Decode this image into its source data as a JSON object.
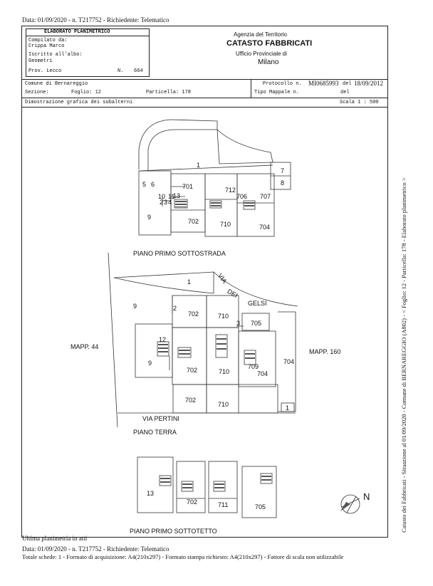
{
  "header_top": "Data: 01/09/2020 - n. T217752 - Richiedente: Telematico",
  "elaborato": {
    "title": "ELABORATO PLANIMETRICO",
    "compilato_label": "Compilato da:",
    "compilato_value": "Crippa Marco",
    "iscritto_label": "Iscritto all'albo:",
    "iscritto_value": "Geometri",
    "prov_label": "Prov. Lecco",
    "n_label": "N.",
    "n_value": "664"
  },
  "agency": {
    "line1": "Agenzia del Territorio",
    "line2": "CATASTO FABBRICATI",
    "line3": "Ufficio Provinciale di",
    "line4": "Milano"
  },
  "info": {
    "comune": "Comune di Bernareggio",
    "sezione": "Sezione:",
    "foglio": "Foglio: 12",
    "particella": "Particella: 178",
    "protocollo_label": "Protocollo n.",
    "protocollo_value": "MI0685993",
    "protocollo_del": "del",
    "protocollo_date": "18/09/2012",
    "tipo_mappale": "Tipo Mappale n.",
    "tipo_del": "del",
    "dimostrazione": "Dimostrazione grafica dei subalterni",
    "scala": "Scala 1 : 500"
  },
  "plans": {
    "sottostrada": "PIANO PRIMO SOTTOSTRADA",
    "terra": "PIANO TERRA",
    "sottotetto": "PIANO PRIMO SOTTOTETTO",
    "via_dei_gelsi_1": "VIA",
    "via_dei_gelsi_2": "DEI",
    "via_dei_gelsi_3": "GELSI",
    "via_pertini": "VIA PERTINI",
    "mapp44": "MAPP. 44",
    "mapp160": "MAPP. 160",
    "north": "N"
  },
  "labels_sottostrada": [
    "1",
    "5",
    "6",
    "701",
    "13",
    "712",
    "706",
    "707",
    "7",
    "8",
    "9",
    "702",
    "710",
    "704",
    "4",
    "3",
    "2",
    "11",
    "10"
  ],
  "labels_terra": [
    "1",
    "9",
    "2",
    "702",
    "710",
    "3",
    "705",
    "12",
    "9",
    "702",
    "710",
    "709",
    "704",
    "704",
    "702",
    "710",
    "1"
  ],
  "labels_sottotetto": [
    "13",
    "702",
    "711",
    "705"
  ],
  "footer": {
    "ultima": "Ultima planimetria in atti",
    "data": "Data: 01/09/2020 - n. T217752 - Richiedente: Telematico",
    "totale": "Totale schede: 1 - Formato di acquisizione: A4(210x297) - Formato stampa richiesto: A4(210x297) - Fattore di scala non utilizzabile"
  },
  "side_text": "Catasto dei Fabbricati - Situazione al 01/09/2020 - Comune di BERNAREGGIO (A802) - < Foglio: 12 - Particella: 178 - Elaborato planimetrico >"
}
